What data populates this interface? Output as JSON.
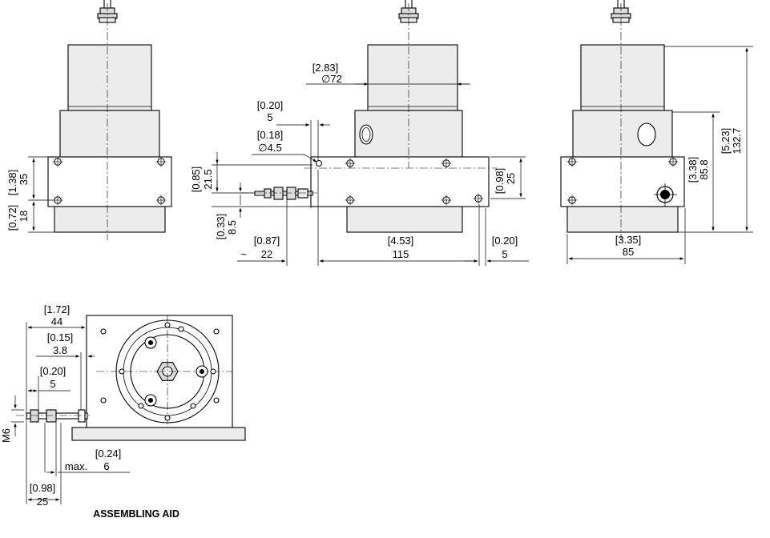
{
  "caption": "ASSEMBLING AID",
  "view_front": {
    "dim_35_in": "[1.38]",
    "dim_35_mm": "35",
    "dim_18_in": "[0.72]",
    "dim_18_mm": "18"
  },
  "view_side": {
    "dia72_in": "[2.83]",
    "dia72_mm": "∅72",
    "dim5_in": "[0.20]",
    "dim5_mm": "5",
    "dia45_in": "[0.18]",
    "dia45_mm": "∅4.5",
    "dim215_in": "[0.85]",
    "dim215_mm": "21.5",
    "dim85_in": "[0.33]",
    "dim85_mm": "8.5",
    "dim25_in": "[0.98]",
    "dim25_mm": "25",
    "dim22_in": "[0.87]",
    "dim22_mm": "22",
    "approx": "~",
    "dim115_in": "[4.53]",
    "dim115_mm": "115",
    "dim5b_in": "[0.20]",
    "dim5b_mm": "5"
  },
  "view_rear": {
    "dim858_in": "[3.38]",
    "dim858_mm": "85.8",
    "dim1327_in": "[5.23]",
    "dim1327_mm": "132.7",
    "dim85_in": "[3.35]",
    "dim85_mm": "85"
  },
  "view_aid": {
    "dim44_in": "[1.72]",
    "dim44_mm": "44",
    "dim38_in": "[0.15]",
    "dim38_mm": "3.8",
    "dim5_in": "[0.20]",
    "dim5_mm": "5",
    "thread": "M6",
    "dim6_in": "[0.24]",
    "dim6_prefix": "max.",
    "dim6_mm": "6",
    "dim25_in": "[0.98]",
    "dim25_mm": "25"
  }
}
